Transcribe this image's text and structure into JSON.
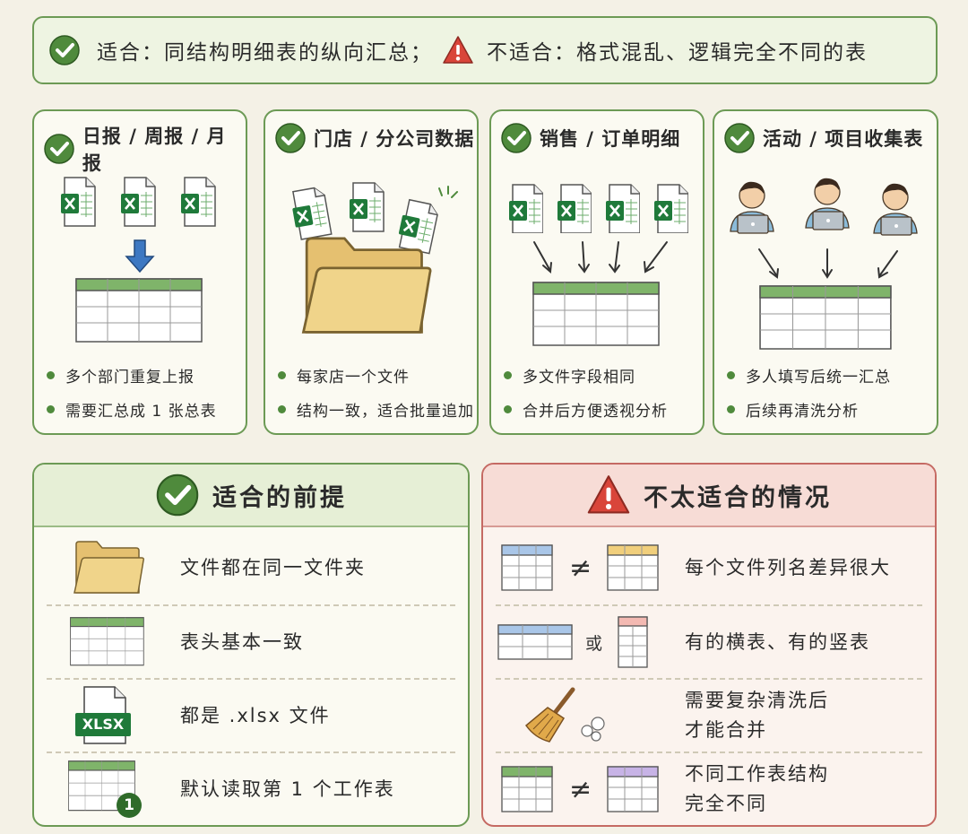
{
  "banner": {
    "ok_text": "适合：同结构明细表的纵向汇总；",
    "bad_text": "不适合：格式混乱、逻辑完全不同的表"
  },
  "cards": [
    {
      "title": "日报 / 周报 / 月报",
      "bullets": [
        "多个部门重复上报",
        "需要汇总成 1 张总表"
      ]
    },
    {
      "title": "门店 / 分公司数据",
      "bullets": [
        "每家店一个文件",
        "结构一致，适合批量追加"
      ]
    },
    {
      "title": "销售 / 订单明细",
      "bullets": [
        "多文件字段相同",
        "合并后方便透视分析"
      ]
    },
    {
      "title": "活动 / 项目收集表",
      "bullets": [
        "多人填写后统一汇总",
        "后续再清洗分析"
      ]
    }
  ],
  "suitable": {
    "title": "适合的前提",
    "items": [
      {
        "label": "文件都在同一文件夹"
      },
      {
        "label": "表头基本一致"
      },
      {
        "label": "都是 .xlsx 文件",
        "icon_text": "XLSX"
      },
      {
        "label": "默认读取第 1 个工作表",
        "badge": "1"
      }
    ]
  },
  "unsuitable": {
    "title": "不太适合的情况",
    "items": [
      {
        "label": "每个文件列名差异很大",
        "symbol": "≠"
      },
      {
        "label": "有的横表、有的竖表",
        "symbol": "或"
      },
      {
        "label_line1": "需要复杂清洗后",
        "label_line2": "才能合并"
      },
      {
        "label_line1": "不同工作表结构",
        "label_line2": "完全不同",
        "symbol": "≠"
      }
    ]
  },
  "icons": {
    "check": "check-circle-icon",
    "warning": "warning-triangle-icon",
    "excel": "excel-file-icon",
    "folder": "folder-icon",
    "table": "table-icon",
    "person": "person-with-laptop-icon",
    "broom": "broom-icon"
  },
  "colors": {
    "green": "#4f8a3c",
    "red": "#d9453a",
    "excel_green": "#1f7a3a",
    "folder_yellow": "#f0d48a"
  }
}
